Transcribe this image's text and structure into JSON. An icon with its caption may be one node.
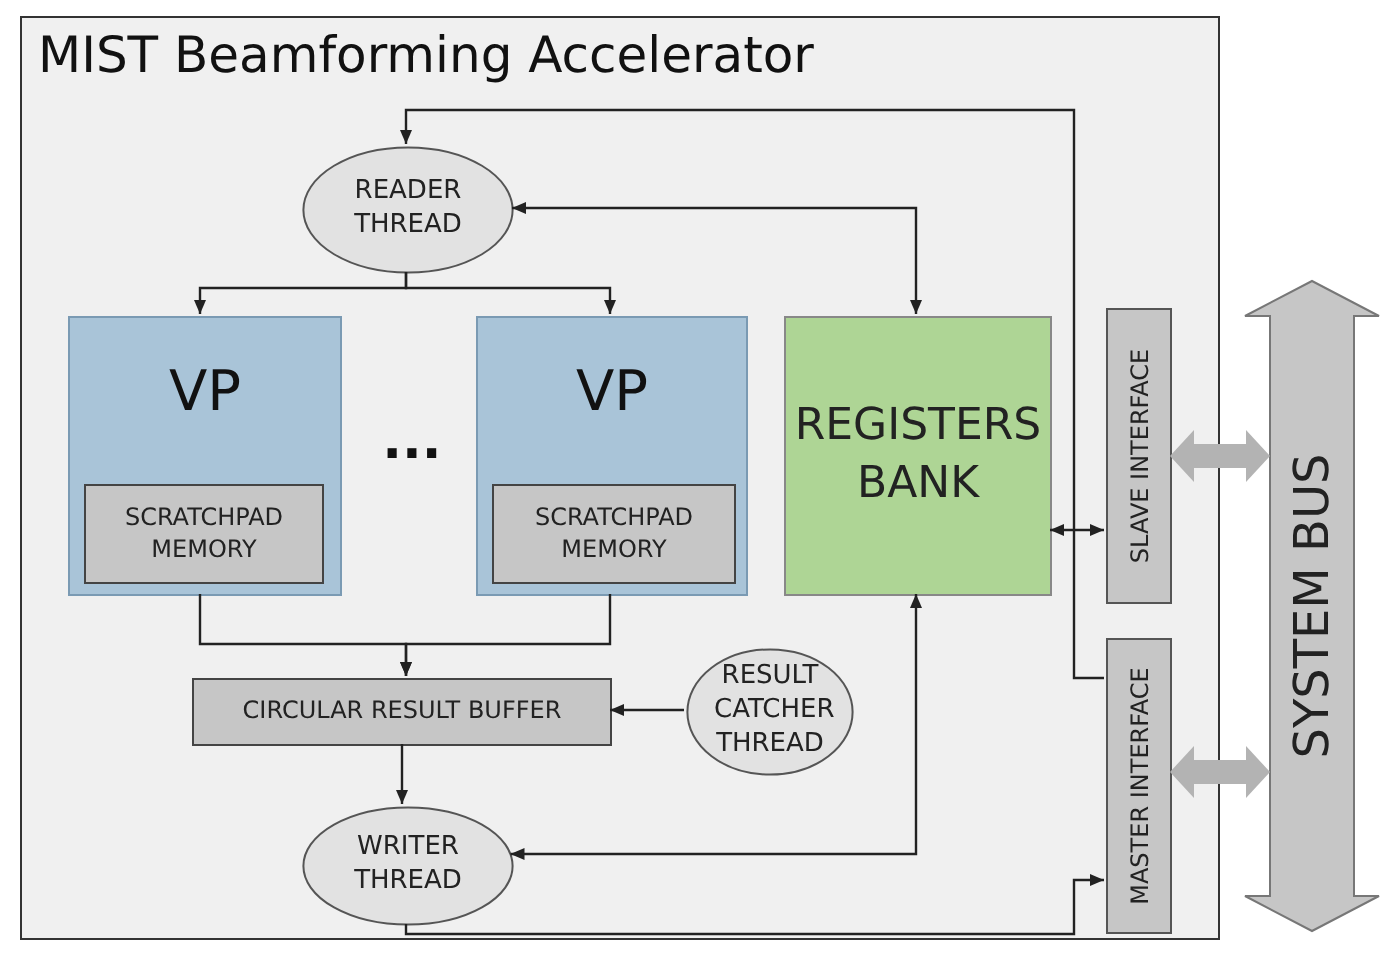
{
  "diagram": {
    "nodes": [
      {
        "text": [
          "MIST Beamforming Accelerator"
        ]
      },
      {
        "text": [
          "READER THREAD"
        ],
        "in": 0
      },
      {
        "text": [
          "VP"
        ],
        "in": 0
      },
      {
        "text": [
          "SCRATCHPAD MEMORY"
        ],
        "in": 2
      },
      {
        "text": [
          "VP"
        ],
        "in": 0
      },
      {
        "text": [
          "SCRATCHPAD MEMORY"
        ],
        "in": 4
      },
      {
        "text": [
          "REGISTERS BANK"
        ],
        "in": 0
      },
      {
        "text": [
          "SLAVE INTERFACE"
        ],
        "in": 0
      },
      {
        "text": [
          "CIRCULAR RESULT BUFFER"
        ],
        "in": 0
      },
      {
        "text": [
          "RESULT CATCHER THREAD"
        ],
        "in": 0
      },
      {
        "text": [
          "WRITER THREAD"
        ],
        "in": 0
      },
      {
        "text": [
          "MASTER INTERFACE"
        ],
        "in": 0
      },
      {
        "text": [
          "SYSTEM BUS"
        ]
      }
    ],
    "edges": [
      {
        "from": 11,
        "to": 1,
        "arrow": "to"
      },
      {
        "from": 1,
        "to": 6,
        "arrow": "both"
      },
      {
        "from": 1,
        "to": 2,
        "arrow": "to"
      },
      {
        "from": 1,
        "to": 4,
        "arrow": "to"
      },
      {
        "from": 2,
        "to": 8,
        "arrow": "to"
      },
      {
        "from": 4,
        "to": 8,
        "arrow": "to"
      },
      {
        "from": 9,
        "to": 8,
        "arrow": "to"
      },
      {
        "from": 8,
        "to": 10,
        "arrow": "to"
      },
      {
        "from": 6,
        "to": 10,
        "arrow": "both"
      },
      {
        "from": 10,
        "to": 11,
        "arrow": "to"
      },
      {
        "from": 6,
        "to": 7,
        "arrow": "both"
      },
      {
        "from": 7,
        "to": 12,
        "arrow": "both",
        "style": "thick",
        "color": "#b3b3b3"
      },
      {
        "from": 11,
        "to": 12,
        "arrow": "both",
        "style": "thick",
        "color": "#b3b3b3"
      }
    ],
    "labels": [
      "..."
    ]
  }
}
